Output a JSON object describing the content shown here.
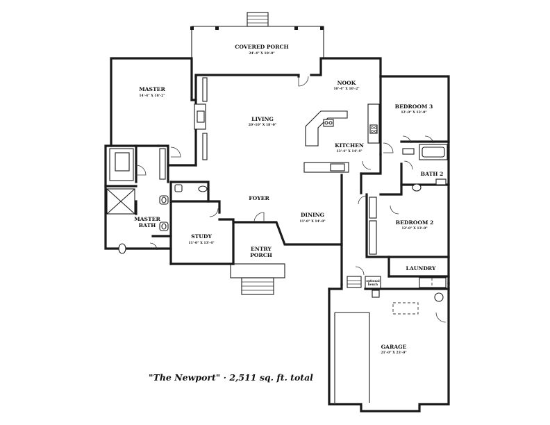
{
  "plan": {
    "caption": "\"The Newport\" ·  2,511 sq. ft. total",
    "rooms": [
      {
        "key": "covered_porch",
        "name": "COVERED PORCH",
        "dims": "24'-4\" X 10'-0\""
      },
      {
        "key": "master",
        "name": "MASTER",
        "dims": "14'-4\" X 18'-2\""
      },
      {
        "key": "living",
        "name": "LIVING",
        "dims": "20'-10\" X 18'-0\""
      },
      {
        "key": "nook",
        "name": "NOOK",
        "dims": "10'-4\" X 10'-2\""
      },
      {
        "key": "bedroom3",
        "name": "BEDROOM 3",
        "dims": "12'-0\" X 12'-0\""
      },
      {
        "key": "kitchen",
        "name": "KITCHEN",
        "dims": "13'-4\" X 14'-4\""
      },
      {
        "key": "bath2",
        "name": "BATH 2",
        "dims": ""
      },
      {
        "key": "foyer",
        "name": "FOYER",
        "dims": ""
      },
      {
        "key": "dining",
        "name": "DINING",
        "dims": "11'-0\" X 14'-0\""
      },
      {
        "key": "bedroom2",
        "name": "BEDROOM 2",
        "dims": "12'-0\" X 13'-0\""
      },
      {
        "key": "master_bath",
        "name": "MASTER",
        "name2": "BATH",
        "dims": ""
      },
      {
        "key": "study",
        "name": "STUDY",
        "dims": "11'-0\" X 13'-4\""
      },
      {
        "key": "entry_porch",
        "name": "ENTRY",
        "name2": "PORCH",
        "dims": ""
      },
      {
        "key": "laundry",
        "name": "LAUNDRY",
        "dims": ""
      },
      {
        "key": "garage",
        "name": "GARAGE",
        "dims": "21'-0\" X 23'-0\""
      }
    ],
    "optional_bench": {
      "line1": "optional",
      "line2": "bench"
    }
  }
}
